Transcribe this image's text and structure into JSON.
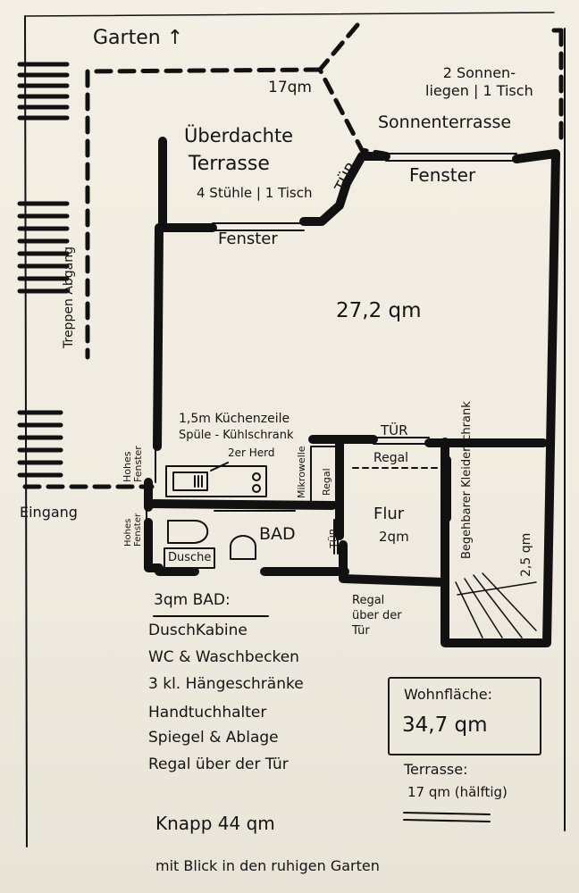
{
  "plan": {
    "garden": "Garten",
    "garden_arrow": "↑",
    "terrace_area": "17qm",
    "sun_loungers": "2 Sonnen-\nliegen | 1 Tisch",
    "sun_terrace": "Sonnenterrasse",
    "covered_terrace_1": "Überdachte",
    "covered_terrace_2": "Terrasse",
    "chairs": "4 Stühle | 1 Tisch",
    "door_terrace": "TÜR",
    "window_right": "Fenster",
    "window_left": "Fenster",
    "stairs": "Treppen Abgang",
    "main_area": "27,2 qm",
    "kitchen_1": "1,5m Küchenzeile",
    "kitchen_2": "Spüle - Kühlschrank",
    "stove": "2er Herd",
    "door_hall": "TÜR",
    "shelf": "Regal",
    "microwave": "Mikrowelle",
    "shelf_vertical": "Regal",
    "high_window_top_1": "Hohes",
    "high_window_top_2": "Fenster",
    "high_window_bottom_1": "Hohes",
    "high_window_bottom_2": "Fenster",
    "entrance": "Eingang",
    "hall": "Flur",
    "hall_area": "2qm",
    "walk_in_closet": "Begehbarer Kleiderschrank",
    "closet_size": "2,5 qm",
    "bath": "BAD",
    "shower": "Dusche",
    "bath_door": "TÜR",
    "shelf_over_door": "Regal\nüber der\nTür"
  },
  "notes": {
    "bath_title": "3qm BAD:",
    "bath_items": [
      "DuschKabine",
      "WC & Waschbecken",
      "3 kl. Hängeschränke",
      "Handtuchhalter",
      "Spiegel & Ablage",
      "Regal über der Tür"
    ],
    "living_label": "Wohnfläche:",
    "living_value": "34,7 qm",
    "terrace_label": "Terrasse:",
    "terrace_value": "17 qm (hälftig)",
    "total": "Knapp 44 qm",
    "view": "mit Blick in den ruhigen Garten"
  }
}
